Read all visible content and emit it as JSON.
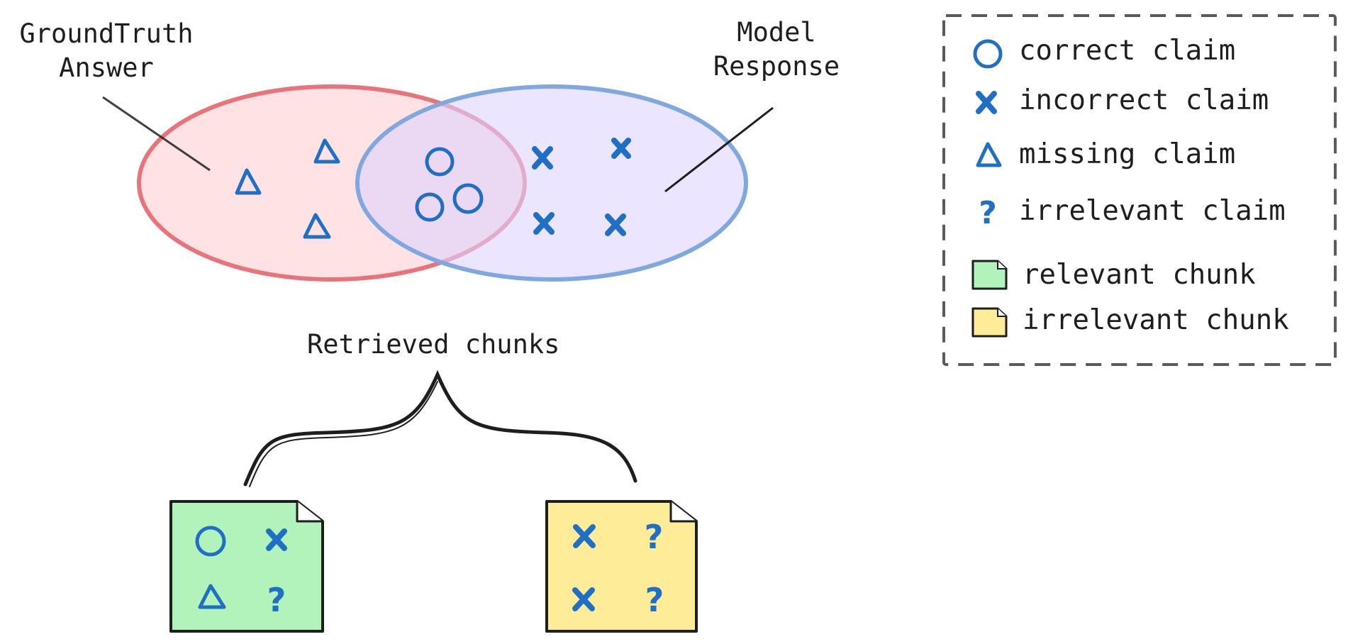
{
  "labels": {
    "ground_truth_line1": "GroundTruth",
    "ground_truth_line2": "Answer",
    "model_line1": "Model",
    "model_line2": "Response",
    "retrieved": "Retrieved chunks"
  },
  "legend": {
    "correct": "correct claim",
    "incorrect": "incorrect claim",
    "missing": "missing claim",
    "irrelevant": "irrelevant claim",
    "relevant_chunk": "relevant chunk",
    "irrelevant_chunk": "irrelevant chunk"
  },
  "symbols": {
    "question_mark": "?"
  },
  "colors": {
    "ground_truth_fill": "#ffdfe0",
    "ground_truth_stroke": "#e8737b",
    "model_fill": "#e4dcff",
    "model_stroke": "#7fa8e0",
    "claim_blue": "#1f6fc5",
    "relevant_chunk_fill": "#b2f2bb",
    "irrelevant_chunk_fill": "#ffec99",
    "ink": "#1e1e1e",
    "legend_border": "#5a5a5a"
  }
}
